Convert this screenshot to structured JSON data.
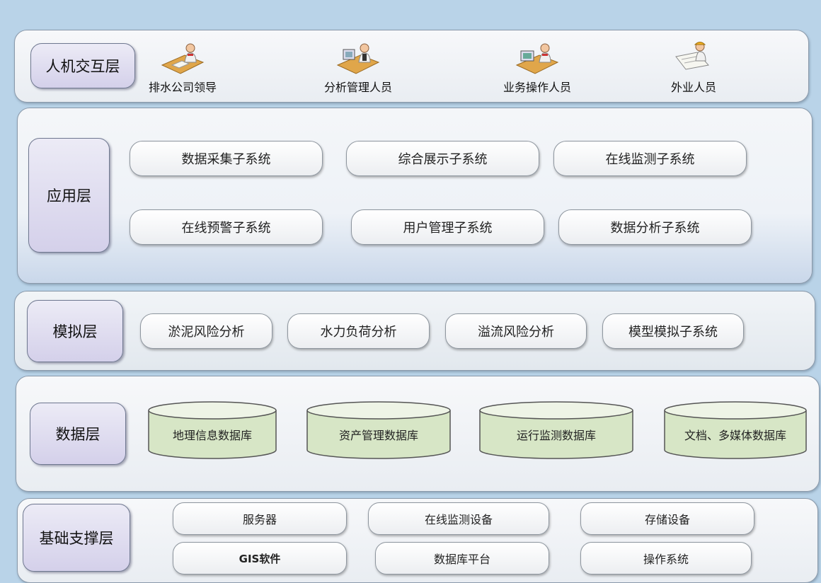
{
  "interaction_layer": {
    "label": "人机交互层",
    "users": [
      {
        "caption": "排水公司领导",
        "icon": "leader-desk-icon"
      },
      {
        "caption": "分析管理人员",
        "icon": "analyst-desk-icon"
      },
      {
        "caption": "业务操作人员",
        "icon": "operator-desk-icon"
      },
      {
        "caption": "外业人员",
        "icon": "field-worker-icon"
      }
    ]
  },
  "application_layer": {
    "label": "应用层",
    "systems": [
      "数据采集子系统",
      "综合展示子系统",
      "在线监测子系统",
      "在线预警子系统",
      "用户管理子系统",
      "数据分析子系统"
    ]
  },
  "simulation_layer": {
    "label": "模拟层",
    "modules": [
      "淤泥风险分析",
      "水力负荷分析",
      "溢流风险分析",
      "模型模拟子系统"
    ]
  },
  "data_layer": {
    "label": "数据层",
    "databases": [
      "地理信息数据库",
      "资产管理数据库",
      "运行监测数据库",
      "文档、多媒体数据库"
    ]
  },
  "infrastructure_layer": {
    "label": "基础支撑层",
    "items": [
      "服务器",
      "在线监测设备",
      "存储设备",
      "GIS软件",
      "数据库平台",
      "操作系统"
    ]
  },
  "colors": {
    "background": "#b9d3e8",
    "layer_label": "#d4d0ea",
    "database_fill": "#dbe8cc"
  }
}
